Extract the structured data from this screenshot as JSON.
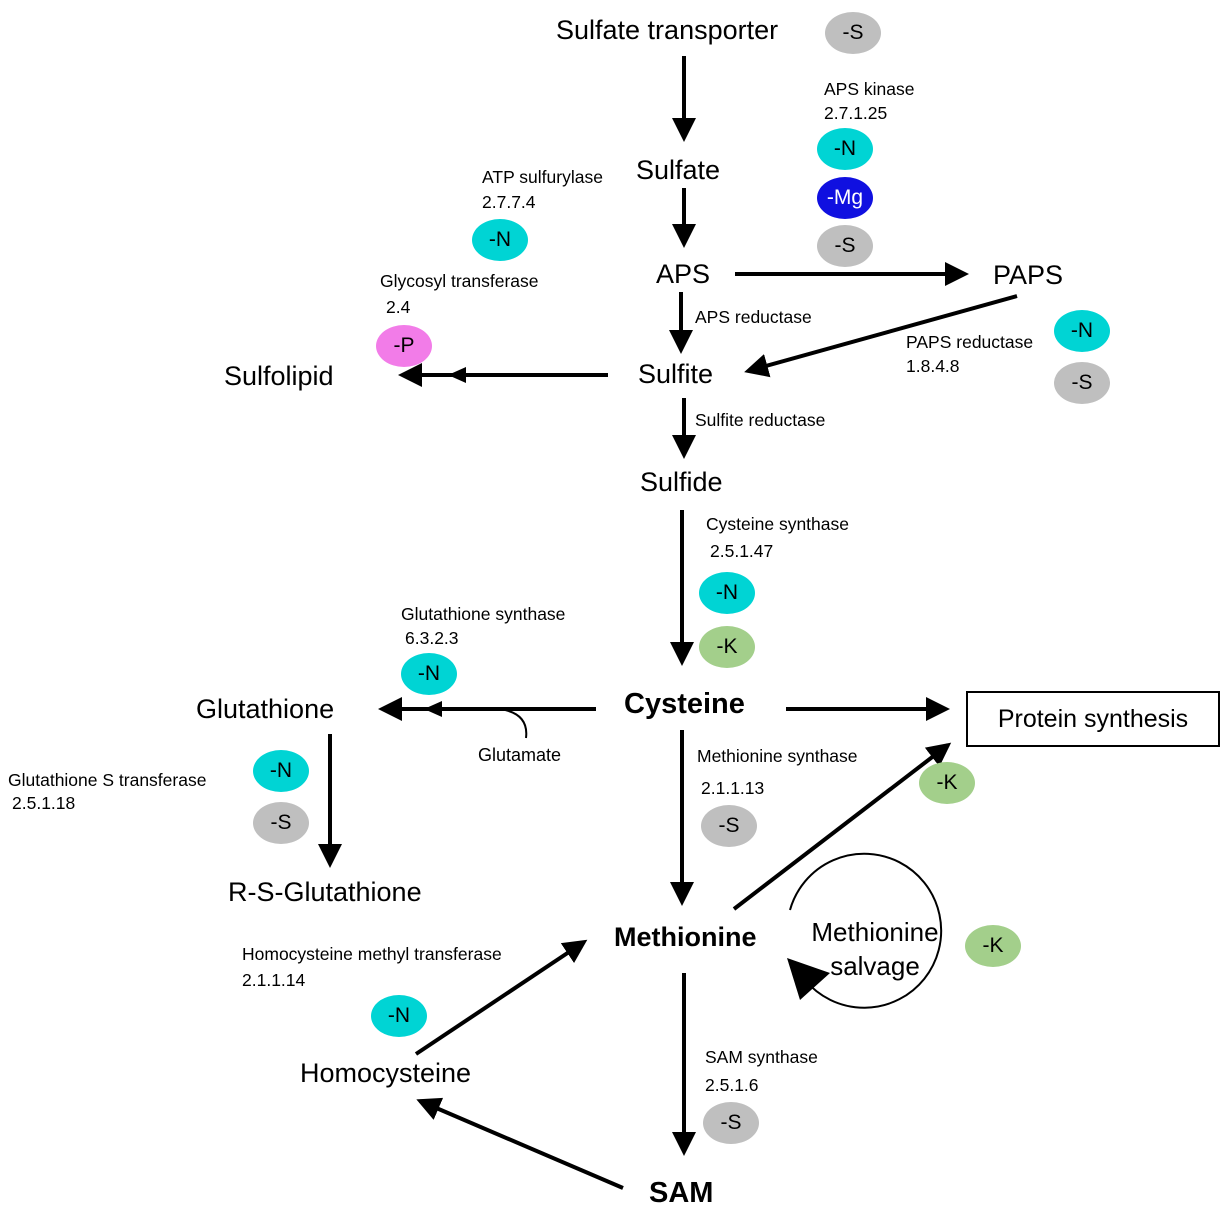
{
  "compounds": {
    "sulfate_transporter": "Sulfate transporter",
    "sulfate": "Sulfate",
    "aps": "APS",
    "paps": "PAPS",
    "sulfite": "Sulfite",
    "sulfolipid": "Sulfolipid",
    "sulfide": "Sulfide",
    "cysteine": "Cysteine",
    "glutathione": "Glutathione",
    "rs_glutathione": "R-S-Glutathione",
    "methionine": "Methionine",
    "homocysteine": "Homocysteine",
    "sam": "SAM",
    "glutamate": "Glutamate",
    "protein_synthesis": "Protein synthesis",
    "methionine_salvage_1": "Methionine",
    "methionine_salvage_2": "salvage"
  },
  "enzymes": {
    "aps_kinase": {
      "name": "APS kinase",
      "ec": "2.7.1.25"
    },
    "atp_sulfurylase": {
      "name": "ATP sulfurylase",
      "ec": "2.7.7.4"
    },
    "glycosyl_transferase": {
      "name": "Glycosyl transferase",
      "ec": "2.4"
    },
    "aps_reductase": {
      "name": "APS reductase"
    },
    "paps_reductase": {
      "name": "PAPS reductase",
      "ec": "1.8.4.8"
    },
    "sulfite_reductase": {
      "name": "Sulfite reductase"
    },
    "cysteine_synthase": {
      "name": "Cysteine synthase",
      "ec": "2.5.1.47"
    },
    "glutathione_synthase": {
      "name": "Glutathione synthase",
      "ec": "6.3.2.3"
    },
    "glutathione_s_transferase": {
      "name": "Glutathione S transferase",
      "ec": "2.5.1.18"
    },
    "methionine_synthase": {
      "name": "Methionine synthase",
      "ec": "2.1.1.13"
    },
    "homocysteine_methyl_transferase": {
      "name": "Homocysteine methyl transferase",
      "ec": "2.1.1.14"
    },
    "sam_synthase": {
      "name": "SAM synthase",
      "ec": "2.5.1.6"
    }
  },
  "deficiency_badges": {
    "labels": {
      "N": "-N",
      "S": "-S",
      "K": "-K",
      "Mg": "-Mg",
      "P": "-P"
    },
    "colors": {
      "N": "#00d4d4",
      "S": "#bfbfbf",
      "K": "#a3cf8b",
      "Mg": "#1010e0",
      "P": "#f27ce8"
    }
  }
}
